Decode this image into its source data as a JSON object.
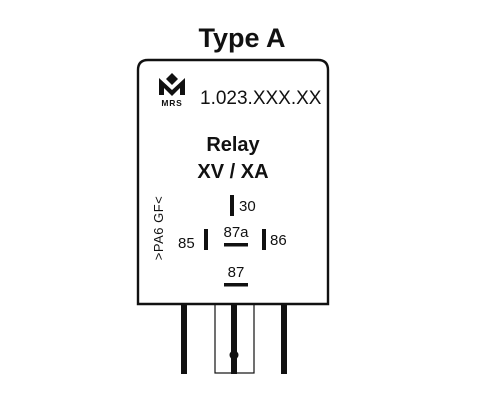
{
  "title": "Type A",
  "logo": {
    "text": "MRS"
  },
  "part_number": "1.023.XXX.XX",
  "relay": {
    "name": "Relay",
    "type": "XV / XA"
  },
  "material": ">PA6 GF<",
  "pins": {
    "p30": "30",
    "p85": "85",
    "p87a": "87a",
    "p86": "86",
    "p87": "87"
  },
  "colors": {
    "stroke": "#111111",
    "background": "#ffffff"
  }
}
